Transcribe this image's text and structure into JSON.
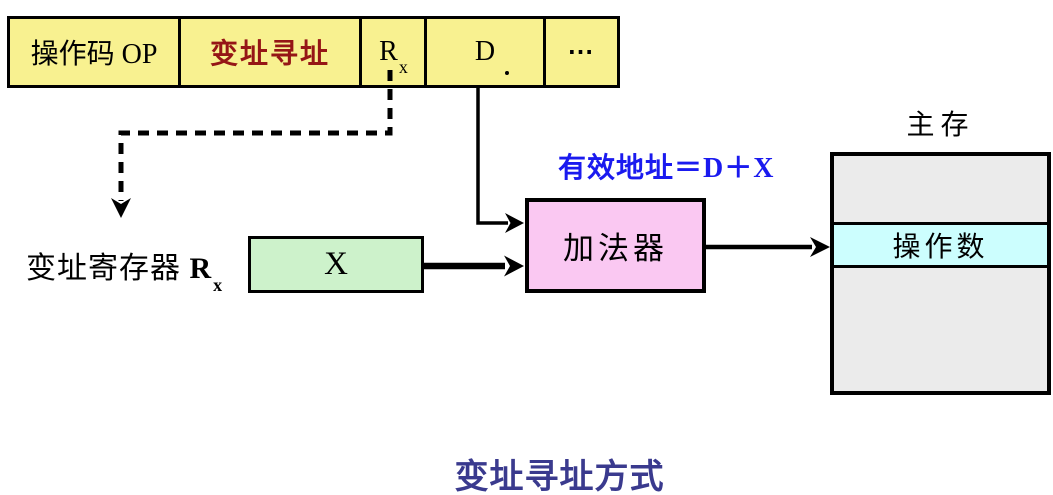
{
  "diagram_title": "变址寻址方式",
  "instruction_format": {
    "opcode_label": "操作码 OP",
    "mode_label": "变址寻址",
    "reg_base": "R",
    "reg_sub": "x",
    "displacement_label": "D",
    "ellipsis": "⋯"
  },
  "index_register": {
    "caption": "变址寄存器 ",
    "reg_base": "R",
    "reg_sub": "x",
    "content": "X"
  },
  "adder": {
    "label": "加法器"
  },
  "effective_address": {
    "label": "有效地址＝D＋X"
  },
  "memory": {
    "title": "主存",
    "operand_label": "操作数"
  },
  "colors": {
    "field_yellow": "#F8F190",
    "mode_text_red": "#951616",
    "register_green": "#CDF2CB",
    "adder_pink": "#FAC8F2",
    "operand_cyan": "#CCFEFE",
    "memory_gray": "#EBEBEB",
    "effective_address_blue": "#1A1AEF",
    "title_navy": "#3A3A8E"
  }
}
